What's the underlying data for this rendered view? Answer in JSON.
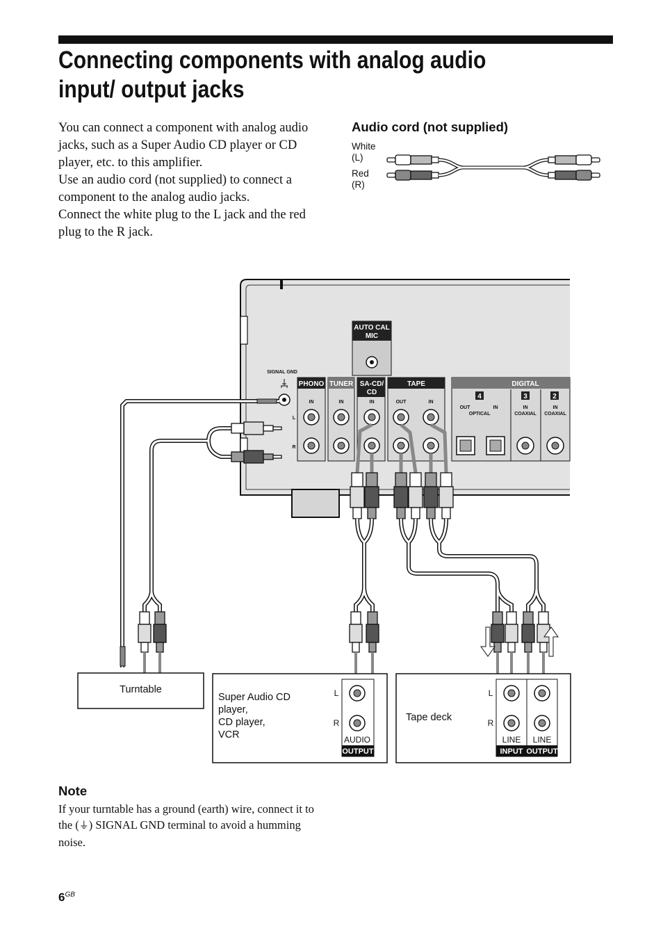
{
  "title": "Connecting components with analog audio input/ output jacks",
  "intro": [
    "You can connect a component with analog audio jacks, such as a Super Audio CD player or CD player, etc. to this amplifier.",
    "Use an audio cord (not supplied) to connect a component to the analog audio jacks.",
    "Connect the white plug to the L jack and the red plug to the R jack."
  ],
  "audio_cord": {
    "heading": "Audio cord (not supplied)",
    "white": "White (L)",
    "red": "Red (R)"
  },
  "panel": {
    "auto_cal": "AUTO CAL MIC",
    "signal_gnd": "SIGNAL GND",
    "phono": "PHONO",
    "tuner": "TUNER",
    "sacd": "SA-CD/ CD",
    "tape": "TAPE",
    "digital": "DIGITAL",
    "in": "IN",
    "out": "OUT",
    "l": "L",
    "r": "R",
    "optical": "OPTICAL",
    "coaxial": "COAXIAL",
    "num4": "4",
    "num3": "3",
    "num2": "2"
  },
  "components": {
    "turntable": "Turntable",
    "cd_player": [
      "Super Audio CD",
      "player,",
      "CD player,",
      "VCR"
    ],
    "tape_deck": "Tape deck",
    "audio": "AUDIO",
    "output": "OUTPUT",
    "line": "LINE",
    "input": "INPUT"
  },
  "note": {
    "heading": "Note",
    "text_before": "If your turntable has a ground (earth) wire, connect it to the (",
    "symbol": "⏚",
    "text_after": ") SIGNAL GND terminal to avoid a humming noise."
  },
  "page": {
    "number": "6",
    "suffix": "GB"
  }
}
